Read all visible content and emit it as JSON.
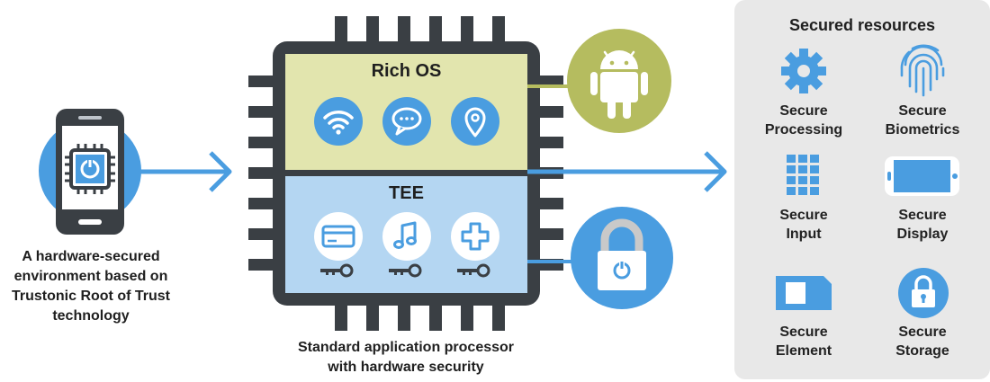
{
  "device": {
    "caption_lines": [
      "A hardware-secured",
      "environment based on",
      "Trustonic Root of Trust",
      "technology"
    ]
  },
  "processor": {
    "rich_os_label": "Rich OS",
    "tee_label": "TEE",
    "caption_lines": [
      "Standard application processor",
      "with hardware security"
    ],
    "rich_os_icons": [
      "wifi-icon",
      "chat-bubble-icon",
      "location-pin-icon"
    ],
    "tee_icons": [
      "credit-card-icon",
      "music-note-icon",
      "medical-cross-icon"
    ]
  },
  "resources": {
    "title": "Secured resources",
    "items": [
      {
        "icon": "gear-icon",
        "line1": "Secure",
        "line2": "Processing"
      },
      {
        "icon": "fingerprint-icon",
        "line1": "Secure",
        "line2": "Biometrics"
      },
      {
        "icon": "keypad-icon",
        "line1": "Secure",
        "line2": "Input"
      },
      {
        "icon": "display-icon",
        "line1": "Secure",
        "line2": "Display"
      },
      {
        "icon": "sim-card-icon",
        "line1": "Secure",
        "line2": "Element"
      },
      {
        "icon": "padlock-icon",
        "line1": "Secure",
        "line2": "Storage"
      }
    ]
  },
  "colors": {
    "blue": "#4a9de0",
    "dark": "#3a3f44",
    "rich_os_bg": "#e2e5ae",
    "tee_bg": "#b4d6f2",
    "android_green": "#b5bc5f",
    "panel_bg": "#e8e8e8"
  }
}
